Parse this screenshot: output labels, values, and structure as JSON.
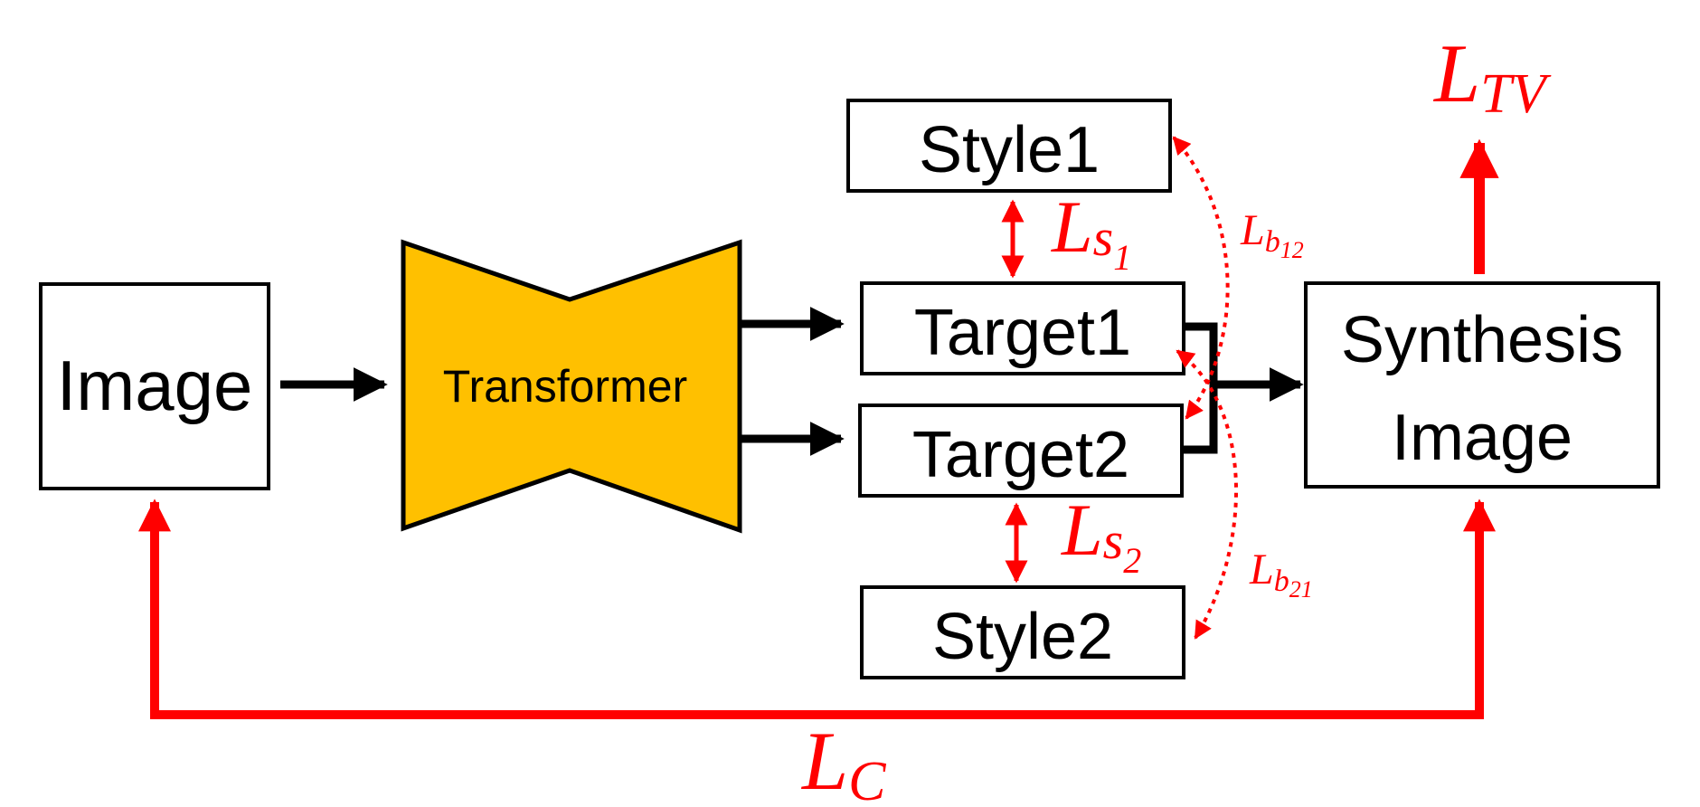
{
  "colors": {
    "box_border": "#000000",
    "transformer_fill": "#ffc000",
    "loss_color": "#ff0000",
    "flow_arrow": "#000000"
  },
  "nodes": {
    "image": "Image",
    "transformer": "Transformer",
    "style1": "Style1",
    "target1": "Target1",
    "target2": "Target2",
    "style2": "Style2",
    "synthesis_line1": "Synthesis",
    "synthesis_line2": "Image"
  },
  "losses": {
    "tv": {
      "base": "L",
      "sub": "TV"
    },
    "s1": {
      "base": "L",
      "sub": "s",
      "subsub": "1"
    },
    "s2": {
      "base": "L",
      "sub": "s",
      "subsub": "2"
    },
    "b12": {
      "base": "L",
      "sub": "b",
      "subsub": "12"
    },
    "b21": {
      "base": "L",
      "sub": "b",
      "subsub": "21"
    },
    "c": {
      "base": "L",
      "sub": "C"
    }
  }
}
